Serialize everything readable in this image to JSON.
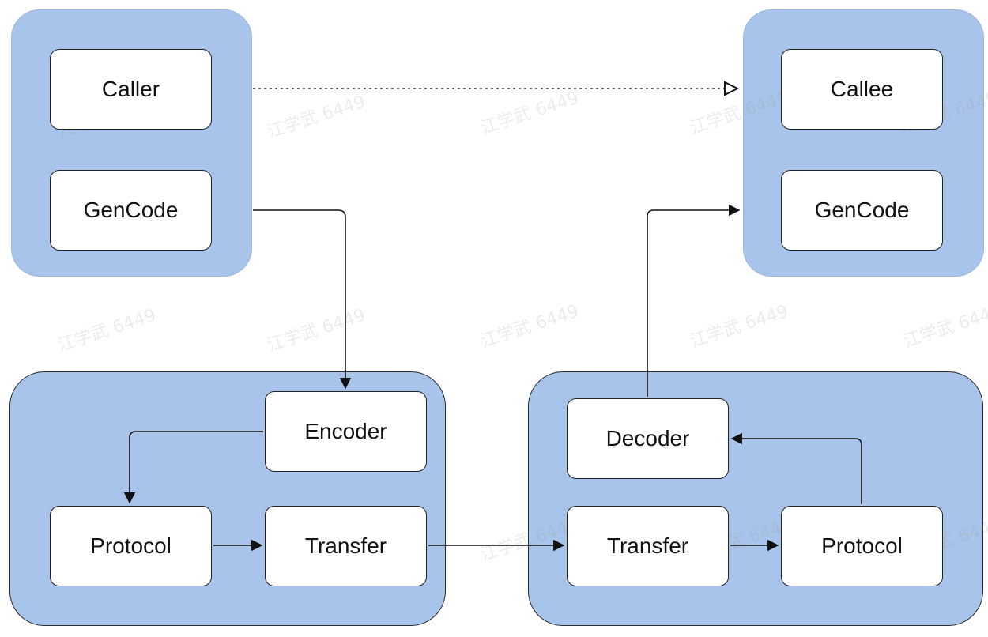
{
  "caller_group": {
    "caller": "Caller",
    "gencode": "GenCode"
  },
  "callee_group": {
    "callee": "Callee",
    "gencode": "GenCode"
  },
  "client_stack": {
    "encoder": "Encoder",
    "protocol": "Protocol",
    "transfer": "Transfer"
  },
  "server_stack": {
    "decoder": "Decoder",
    "transfer": "Transfer",
    "protocol": "Protocol"
  },
  "watermark": "江学武 6449",
  "colors": {
    "group_fill": "#a9c4ea",
    "node_fill": "#ffffff",
    "stroke": "#222222"
  }
}
